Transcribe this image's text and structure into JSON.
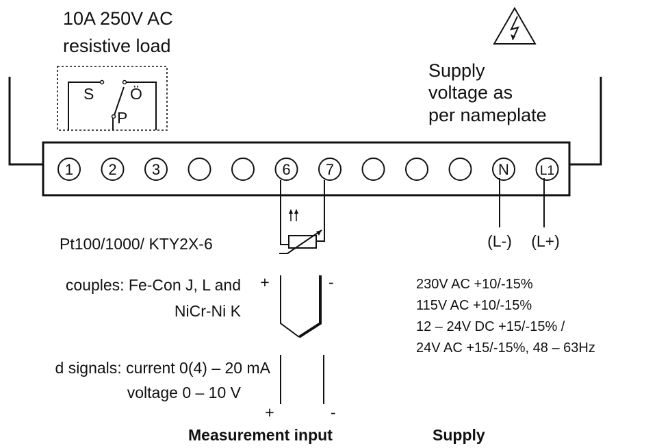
{
  "load_rating": {
    "line1": "10A 250V AC",
    "line2": "resistive load"
  },
  "supply_voltage_note": {
    "line1": "Supply",
    "line2": "voltage as",
    "line3": "per nameplate"
  },
  "relay_contacts": {
    "s": "S",
    "o": "Ö",
    "p": "P"
  },
  "terminals": [
    "1",
    "2",
    "3",
    "",
    "",
    "6",
    "7",
    "",
    "",
    "",
    "N",
    "L1"
  ],
  "supply_polarity": {
    "n": "(L-)",
    "l1": "(L+)"
  },
  "inputs": {
    "rtd": "Pt100/1000/ KTY2X-6",
    "thermocouple_line1": "couples: Fe-Con J, L and",
    "thermocouple_line2": "NiCr-Ni K",
    "standard_line1": "d signals: current 0(4) – 20 mA",
    "standard_line2": "voltage 0 – 10 V"
  },
  "polarity": {
    "plus": "+",
    "minus": "-"
  },
  "supply_specs": [
    "230V AC +10/-15%",
    "115V AC +10/-15%",
    "12 – 24V DC +15/-15% /",
    "24V AC +15/-15%, 48 – 63Hz"
  ],
  "headings": {
    "measurement": "Measurement input",
    "supply": "Supply"
  }
}
